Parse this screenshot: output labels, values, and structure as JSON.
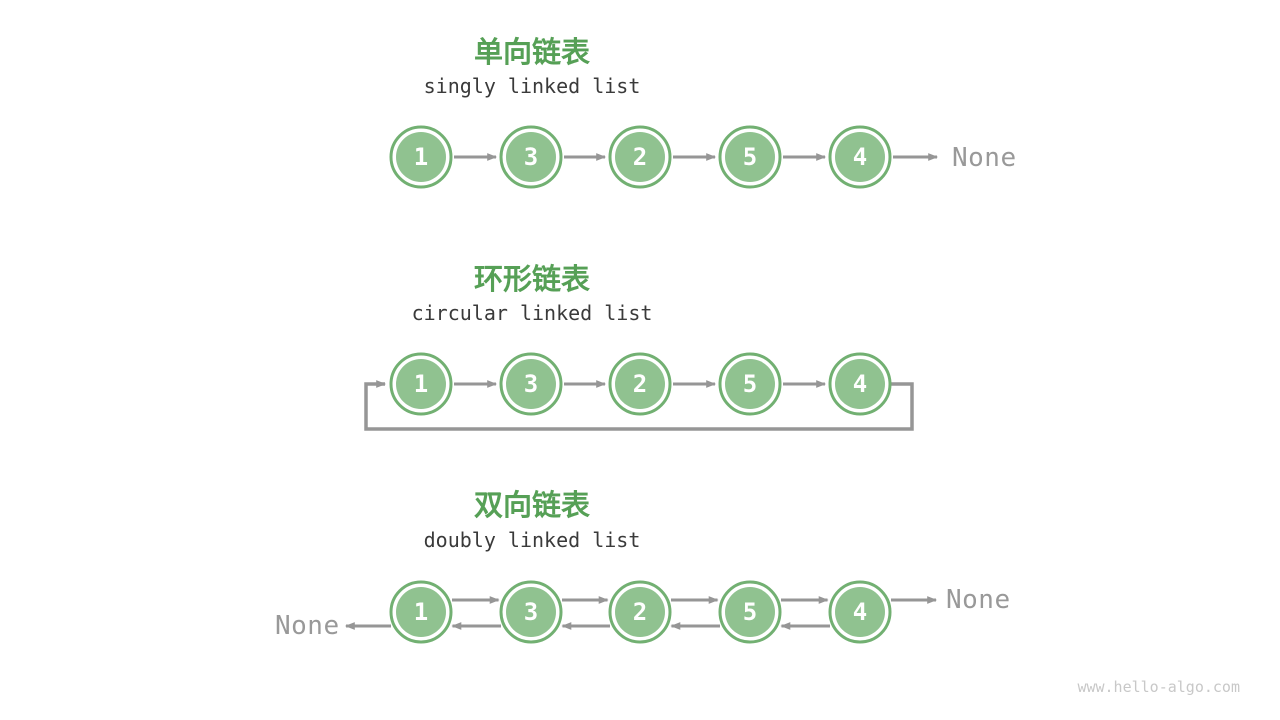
{
  "figure": {
    "watermark": "www.hello-algo.com"
  },
  "colors": {
    "background": "#ffffff",
    "node_fill": "#90c290",
    "node_border": "#72b072",
    "node_text": "#ffffff",
    "arrow": "#969696",
    "title_green": "#56a056",
    "subtitle_text": "#3a3a3a",
    "none_text": "#999999",
    "watermark_text": "#c8c8c8"
  },
  "diagrams": [
    {
      "key": "singly",
      "title_zh": "单向链表",
      "title_en": "singly linked list",
      "values": [
        "1",
        "3",
        "2",
        "5",
        "4"
      ],
      "tail_label": "None"
    },
    {
      "key": "circular",
      "title_zh": "环形链表",
      "title_en": "circular linked list",
      "values": [
        "1",
        "3",
        "2",
        "5",
        "4"
      ]
    },
    {
      "key": "doubly",
      "title_zh": "双向链表",
      "title_en": "doubly linked list",
      "values": [
        "1",
        "3",
        "2",
        "5",
        "4"
      ],
      "head_label": "None",
      "tail_label": "None"
    }
  ]
}
